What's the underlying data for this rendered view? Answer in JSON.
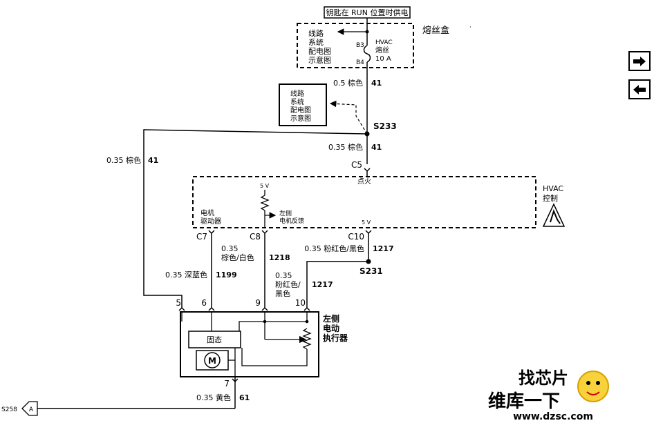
{
  "power": {
    "key_run_label": "钥匙在 RUN 位置时供电",
    "fuse_box_label": "熔丝盒",
    "fuse_name": "HVAC",
    "fuse_word": "熔丝",
    "fuse_rating": "10 A",
    "pin_b3": "B3",
    "pin_b4": "B4"
  },
  "ref_wiring": {
    "line1": "线路",
    "line2": "系统",
    "line3": "配电图",
    "line4": "示意图"
  },
  "wires": {
    "w1_gauge_color": "0.5  棕色",
    "w1_circuit": "41",
    "w2_gauge_color": "0.35  棕色",
    "w2_circuit": "41",
    "w3_gauge_color": "0.35  棕色",
    "w3_circuit": "41",
    "w_c7_gauge_color": "0.35  深蓝色",
    "w_c7_circuit": "1199",
    "w_c8_gauge": "0.35",
    "w_c8_color": "棕色/白色",
    "w_c8_circuit": "1218",
    "w_c10_gauge_color": "0.35  粉红色/黑色",
    "w_c10_circuit": "1217",
    "w_pin10_gauge": "0.35",
    "w_pin10_color1": "粉红色/",
    "w_pin10_color2": "黑色",
    "w_pin10_circuit": "1217",
    "w_pin7_gauge_color": "0.35  黄色",
    "w_pin7_circuit": "61"
  },
  "splices": {
    "s233": "S233",
    "s231": "S231",
    "s258": "S258",
    "s258_arrow": "A"
  },
  "hvac_control": {
    "connector_c5": "C5",
    "ignition_label": "点火",
    "title_line1": "HVAC",
    "title_line2": "控制",
    "motor_driver_line1": "电机",
    "motor_driver_line2": "驱动器",
    "v5_top": "5 V",
    "v5_c10": "5 V",
    "feedback_line1": "左侧",
    "feedback_line2": "电机反馈",
    "connector_c7": "C7",
    "connector_c8": "C8",
    "connector_c10": "C10"
  },
  "actuator": {
    "title_line1": "左侧",
    "title_line2": "电动",
    "title_line3": "执行器",
    "solid_state_label": "固态",
    "motor_label": "M",
    "pin5": "5",
    "pin6": "6",
    "pin9": "9",
    "pin10": "10",
    "pin7": "7"
  },
  "watermark": {
    "logo_text": "找芯片",
    "site_name": "维库一下",
    "url": "www.dzsc.com"
  },
  "navigation": {
    "next_icon": "arrow-right-icon",
    "prev_icon": "arrow-left-icon"
  }
}
